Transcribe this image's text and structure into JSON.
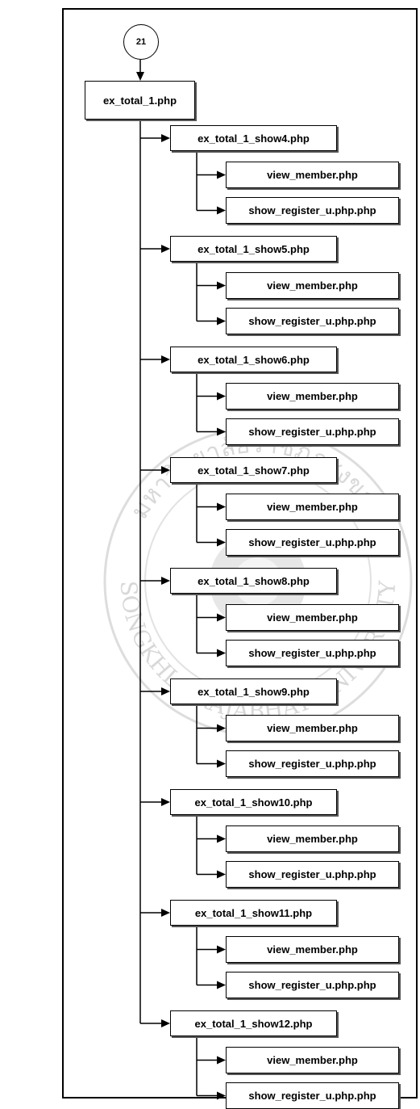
{
  "connector_label": "21",
  "root": "ex_total_1.php",
  "groups": [
    {
      "page": "ex_total_1_show4.php",
      "children": [
        "view_member.php",
        "show_register_u.php.php"
      ]
    },
    {
      "page": "ex_total_1_show5.php",
      "children": [
        "view_member.php",
        "show_register_u.php.php"
      ]
    },
    {
      "page": "ex_total_1_show6.php",
      "children": [
        "view_member.php",
        "show_register_u.php.php"
      ]
    },
    {
      "page": "ex_total_1_show7.php",
      "children": [
        "view_member.php",
        "show_register_u.php.php"
      ]
    },
    {
      "page": "ex_total_1_show8.php",
      "children": [
        "view_member.php",
        "show_register_u.php.php"
      ]
    },
    {
      "page": "ex_total_1_show9.php",
      "children": [
        "view_member.php",
        "show_register_u.php.php"
      ]
    },
    {
      "page": "ex_total_1_show10.php",
      "children": [
        "view_member.php",
        "show_register_u.php.php"
      ]
    },
    {
      "page": "ex_total_1_show11.php",
      "children": [
        "view_member.php",
        "show_register_u.php.php"
      ]
    },
    {
      "page": "ex_total_1_show12.php",
      "children": [
        "view_member.php",
        "show_register_u.php.php"
      ]
    }
  ],
  "watermark": {
    "top_text": "มหาวิทยาลัยราชภัฏสงขลา",
    "bottom_text": "SONGKHLA RAJABHAT UNIVERSITY"
  }
}
